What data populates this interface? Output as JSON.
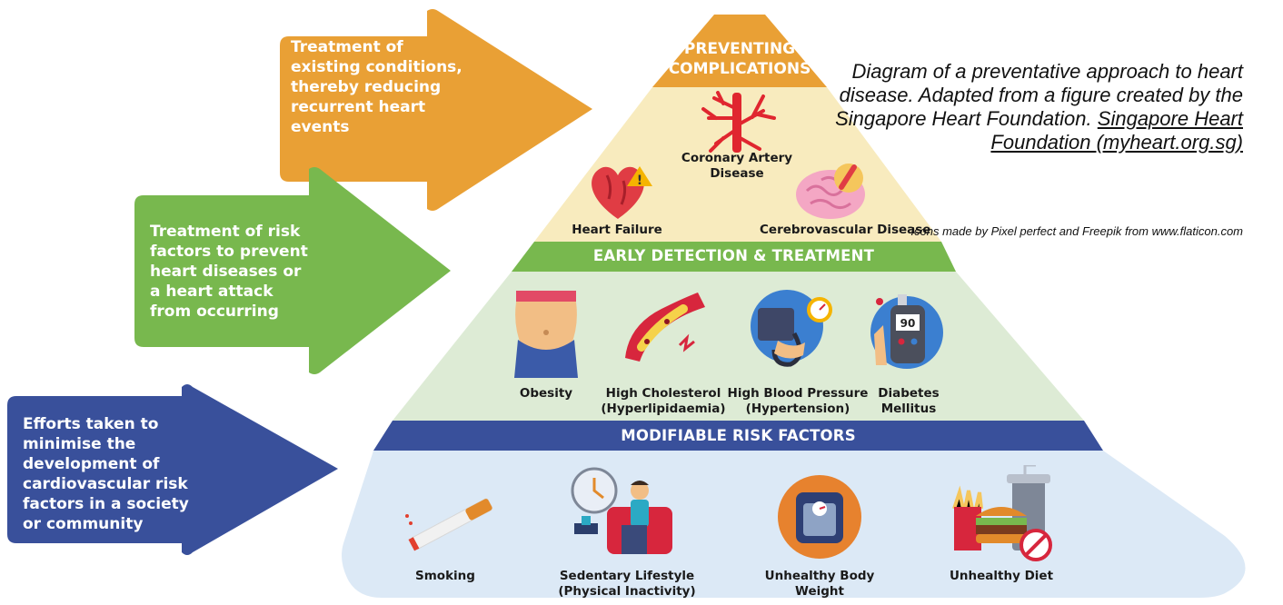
{
  "arrows": [
    {
      "id": "tertiary",
      "color": "#E9A035",
      "text": "Treatment of existing conditions, thereby reducing recurrent heart events"
    },
    {
      "id": "secondary",
      "color": "#78B84E",
      "text": "Treatment of risk factors to prevent heart diseases or a heart attack from occurring"
    },
    {
      "id": "primary",
      "color": "#39509B",
      "text": "Efforts taken to minimise the development of cardiovascular risk factors in a society or community"
    }
  ],
  "pyramid": {
    "top_title": "PREVENTING COMPLICATIONS",
    "top_items": [
      {
        "label": "Coronary Artery Disease",
        "icon": "coronary-artery-icon"
      },
      {
        "label": "Heart Failure",
        "icon": "heart-failure-icon"
      },
      {
        "label": "Cerebrovascular Disease",
        "icon": "brain-icon"
      }
    ],
    "middle_title": "EARLY DETECTION & TREATMENT",
    "middle_items": [
      {
        "label": "Obesity",
        "icon": "obesity-icon"
      },
      {
        "label": "High Cholesterol (Hyperlipidaemia)",
        "icon": "artery-plaque-icon"
      },
      {
        "label": "High Blood Pressure (Hypertension)",
        "icon": "blood-pressure-icon"
      },
      {
        "label": "Diabetes Mellitus",
        "icon": "glucose-meter-icon"
      }
    ],
    "bottom_title": "MODIFIABLE RISK FACTORS",
    "bottom_items": [
      {
        "label": "Smoking",
        "icon": "cigarette-icon"
      },
      {
        "label": "Sedentary Lifestyle (Physical Inactivity)",
        "icon": "sedentary-icon"
      },
      {
        "label": "Unhealthy Body Weight",
        "icon": "scale-icon"
      },
      {
        "label": "Unhealthy Diet",
        "icon": "fast-food-icon"
      }
    ],
    "colors": {
      "orange": "#E9A035",
      "top_fill": "#F8EBBE",
      "green": "#78B84E",
      "middle_fill": "#DDEBD5",
      "navy": "#39509B",
      "bottom_fill": "#DCE9F6"
    }
  },
  "caption": {
    "text": "Diagram of a preventative approach to heart disease. Adapted from a figure created by the Singapore Heart Foundation.",
    "link_text": "Singapore Heart Foundation (myheart.org.sg)",
    "credit": "Icons made by Pixel perfect and Freepik from www.flaticon.com"
  }
}
